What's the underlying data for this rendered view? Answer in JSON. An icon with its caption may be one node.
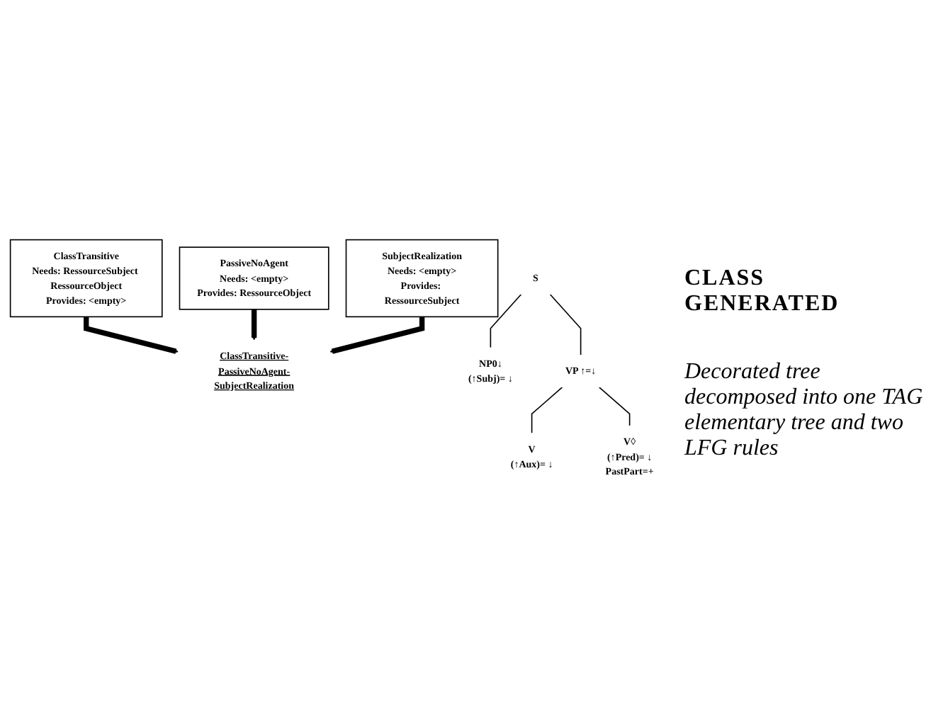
{
  "diagram": {
    "nodes": [
      {
        "text": [
          "ClassTransitive",
          "Needs: RessourceSubject RessourceObject",
          "Provides: <empty>"
        ]
      },
      {
        "text": [
          "PassiveNoAgent",
          "Needs: <empty>",
          "Provides: RessourceObject"
        ]
      },
      {
        "text": [
          "SubjectRealization",
          "Needs: <empty>",
          "Provides: RessourceSubject"
        ]
      },
      {
        "text": [
          "ClassTransitive-PassiveNoAgent-SubjectRealization"
        ]
      },
      {
        "text": [
          "S"
        ]
      },
      {
        "text": [
          "NP0↓",
          "(↑Subj)= ↓"
        ]
      },
      {
        "text": [
          "VP ↑=↓"
        ]
      },
      {
        "text": [
          "V",
          "(↑Aux)= ↓"
        ]
      },
      {
        "text": [
          "V◊",
          "(↑Pred)= ↓",
          "PastPart=+"
        ]
      }
    ],
    "edges": [
      {
        "from": 0,
        "to": 3,
        "arrow": "to",
        "style": "thick"
      },
      {
        "from": 1,
        "to": 3,
        "arrow": "to",
        "style": "thick"
      },
      {
        "from": 2,
        "to": 3,
        "arrow": "to",
        "style": "thick"
      },
      {
        "from": 4,
        "to": 5,
        "arrow": "none"
      },
      {
        "from": 4,
        "to": 6,
        "arrow": "none"
      },
      {
        "from": 6,
        "to": 7,
        "arrow": "none"
      },
      {
        "from": 6,
        "to": 8,
        "arrow": "none"
      }
    ],
    "labels": [
      "CLASS GENERATED",
      "Decorated tree decomposed into one TAG elementary tree and two LFG rules"
    ]
  }
}
